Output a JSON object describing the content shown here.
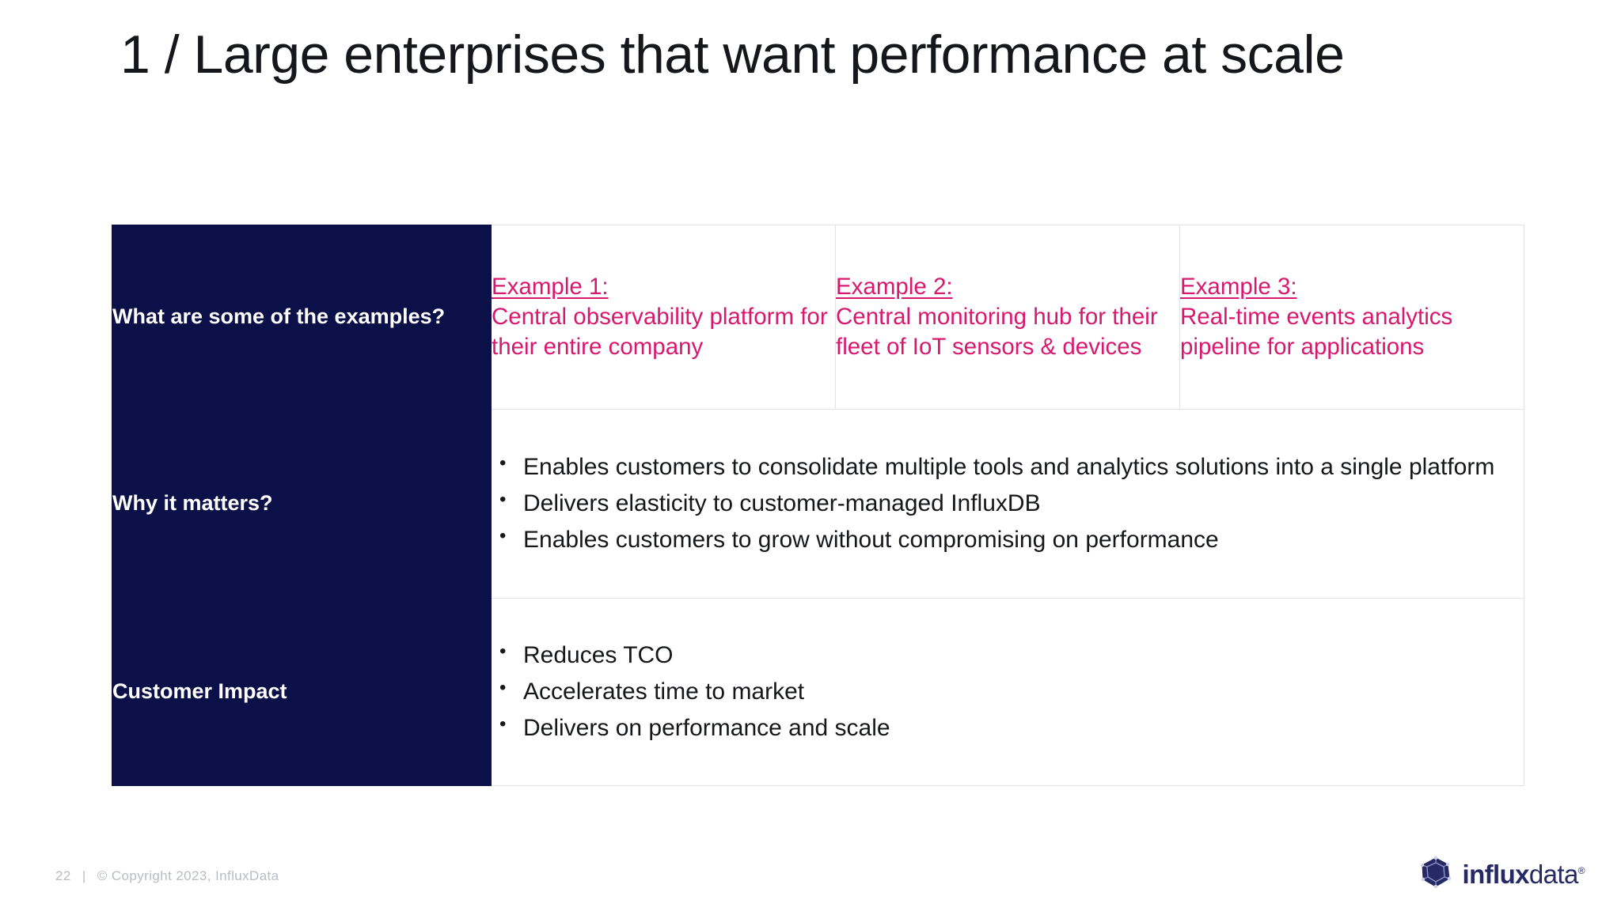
{
  "slide": {
    "title": "1 / Large enterprises that want performance at scale",
    "accent_pink": "#d8186f",
    "navy": "#0c1049"
  },
  "table": {
    "rows": [
      {
        "label": "What are some of the examples?",
        "examples": [
          {
            "heading": "Example 1:",
            "body": "Central observability platform for their entire company"
          },
          {
            "heading": "Example 2:",
            "body": "Central monitoring hub for their fleet of IoT sensors & devices"
          },
          {
            "heading": "Example 3:",
            "body": "Real-time events analytics pipeline for applications"
          }
        ]
      },
      {
        "label": "Why it matters?",
        "bullets": [
          "Enables customers to consolidate multiple tools and analytics solutions into a single platform",
          "Delivers elasticity to customer-managed InfluxDB",
          "Enables customers to grow without compromising on performance"
        ]
      },
      {
        "label": "Customer Impact",
        "bullets": [
          "Reduces TCO",
          "Accelerates time to market",
          "Delivers on performance and scale"
        ]
      }
    ]
  },
  "footer": {
    "page_number": "22",
    "separator": "|",
    "copyright": "© Copyright 2023,  InfluxData",
    "logo_bold": "influx",
    "logo_light": "data",
    "logo_mark": "influxdata-polyhedron-icon",
    "logo_registered": "®"
  }
}
